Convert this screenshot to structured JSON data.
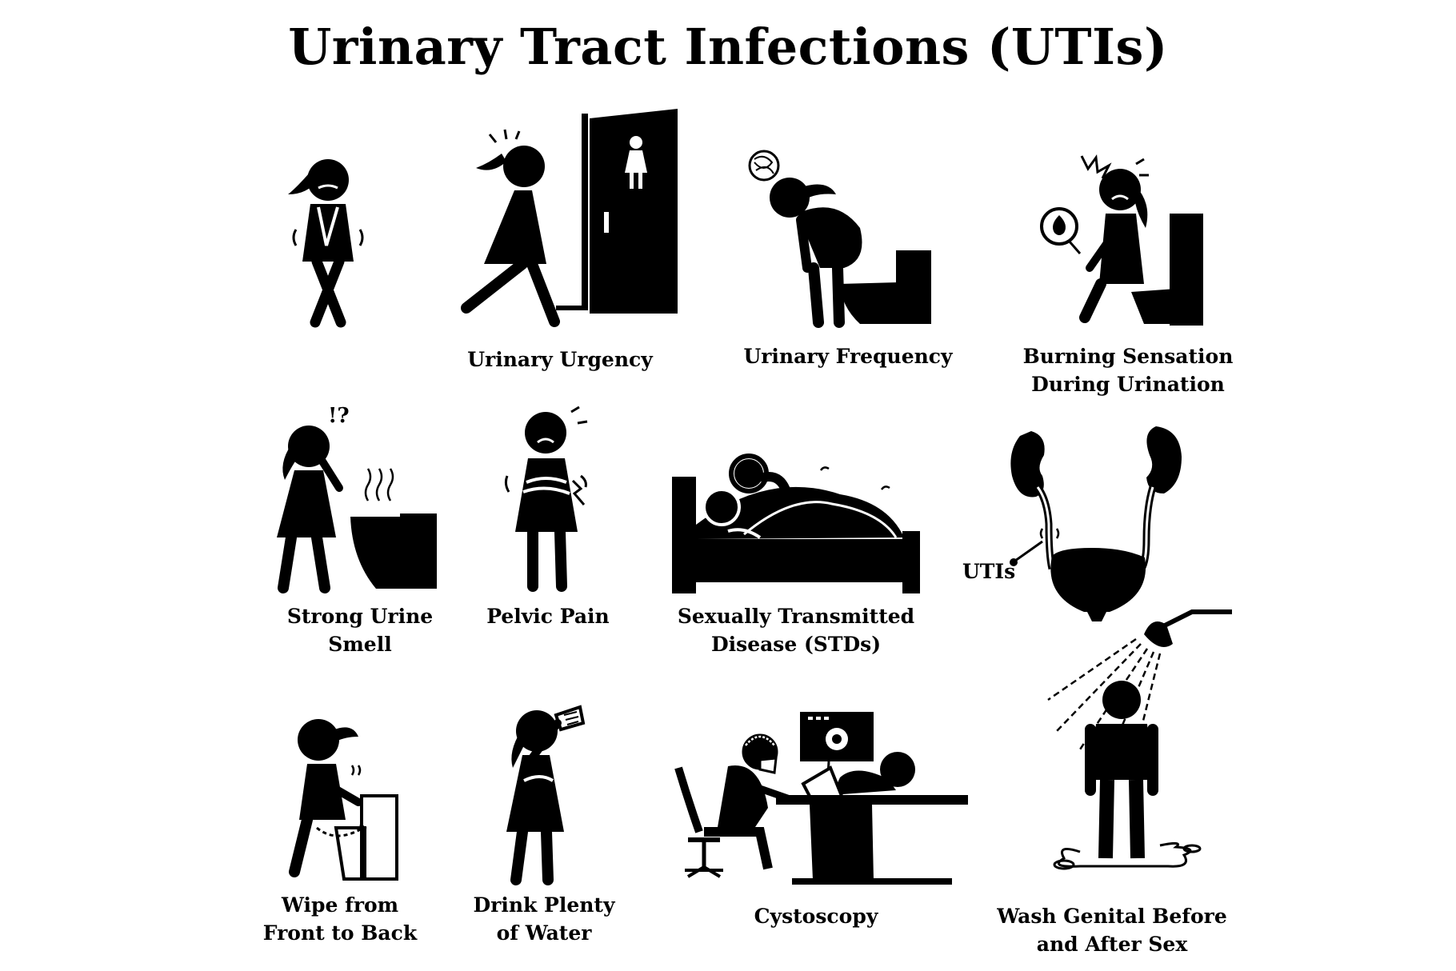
{
  "title": "Urinary Tract Infections (UTIs)",
  "labels": {
    "urgency": "Urinary Urgency",
    "frequency": "Urinary Frequency",
    "burning_1": "Burning Sensation",
    "burning_2": "During Urination",
    "smell_1": "Strong Urine",
    "smell_2": "Smell",
    "pelvic": "Pelvic Pain",
    "std_1": "Sexually Transmitted",
    "std_2": "Disease (STDs)",
    "utis_pointer": "UTIs",
    "wipe_1": "Wipe from",
    "wipe_2": "Front to Back",
    "water_1": "Drink Plenty",
    "water_2": "of Water",
    "cysto": "Cystoscopy",
    "wash_1": "Wash Genital Before",
    "wash_2": "and After Sex"
  },
  "marks": {
    "surprise": "!?"
  },
  "icons": [
    "holding-urge-woman-icon",
    "walking-to-restroom-icon",
    "bent-over-toilet-icon",
    "burning-pain-toilet-icon",
    "smelling-toilet-icon",
    "pelvic-pain-woman-icon",
    "couple-in-bed-icon",
    "urinary-system-icon",
    "wiping-toilet-icon",
    "drinking-water-icon",
    "cystoscopy-procedure-icon",
    "shower-wash-icon"
  ],
  "colors": {
    "ink": "#000000",
    "background": "#ffffff"
  }
}
